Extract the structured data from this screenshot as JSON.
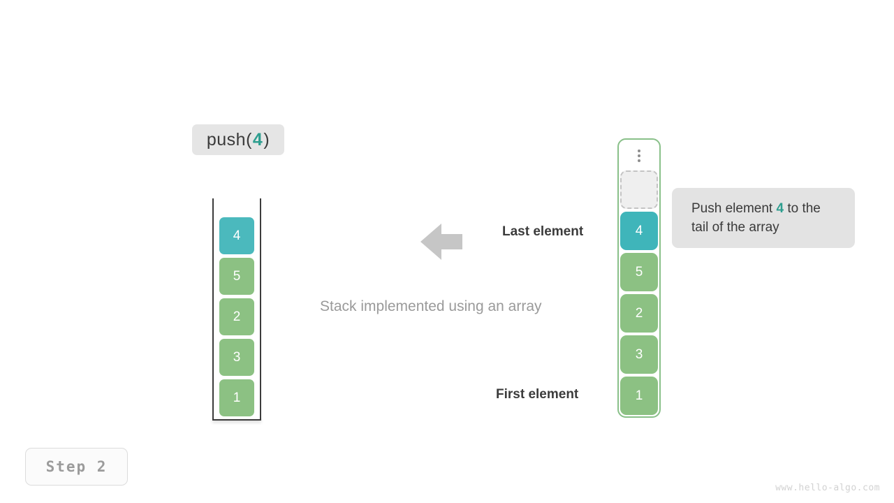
{
  "operation": {
    "prefix": "push(",
    "value": "4",
    "suffix": ")"
  },
  "stack": {
    "title": "Stack implemented using an array",
    "cells": [
      {
        "value": "4",
        "color": "teal"
      },
      {
        "value": "5",
        "color": "green"
      },
      {
        "value": "2",
        "color": "green"
      },
      {
        "value": "3",
        "color": "green"
      },
      {
        "value": "1",
        "color": "green"
      }
    ]
  },
  "array": {
    "dots_icon": "vertical-ellipsis-icon",
    "empty_slot_label": "",
    "cells": [
      {
        "value": "4",
        "color": "teal"
      },
      {
        "value": "5",
        "color": "green"
      },
      {
        "value": "2",
        "color": "green"
      },
      {
        "value": "3",
        "color": "green"
      },
      {
        "value": "1",
        "color": "green"
      }
    ]
  },
  "labels": {
    "last_element": "Last element",
    "first_element": "First element",
    "arrow_icon": "arrow-left-icon"
  },
  "callout": {
    "text_before": "Push element ",
    "accent": "4",
    "text_after": " to the tail of the array"
  },
  "footer": {
    "step": "Step 2",
    "watermark": "www.hello-algo.com"
  },
  "colors": {
    "teal": "#4bb9bd",
    "green": "#8cc183",
    "accent_text": "#2e9e8f",
    "frame_green": "#89c089",
    "gray_box": "#e5e5e5",
    "arrow_gray": "#c6c6c6"
  }
}
